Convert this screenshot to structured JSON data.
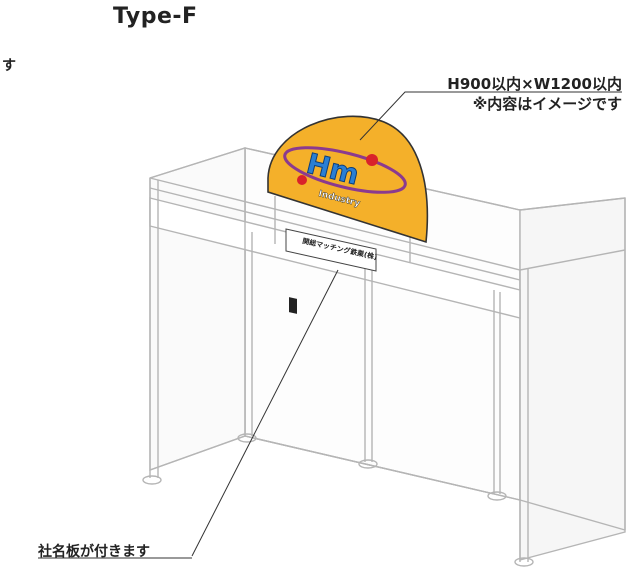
{
  "title": "Type-F",
  "edge_text": {
    "top_left": "す",
    "bottom_left": ""
  },
  "sign_callout": {
    "line1": "H900以内×W1200以内",
    "line2": "※内容はイメージです"
  },
  "nameplate_callout": {
    "label": "社名板が付きます"
  },
  "sign_logo": {
    "big": "Hm",
    "sub": "Industry"
  },
  "nameplate": {
    "text": "関総マッチング鉄業(株)"
  },
  "colors": {
    "frame": "#c7c7c7",
    "panel": "#fbfbfb",
    "sign_fill": "#f4b02a",
    "logo_blue": "#2a7fd4",
    "callout_line": "#333333"
  }
}
